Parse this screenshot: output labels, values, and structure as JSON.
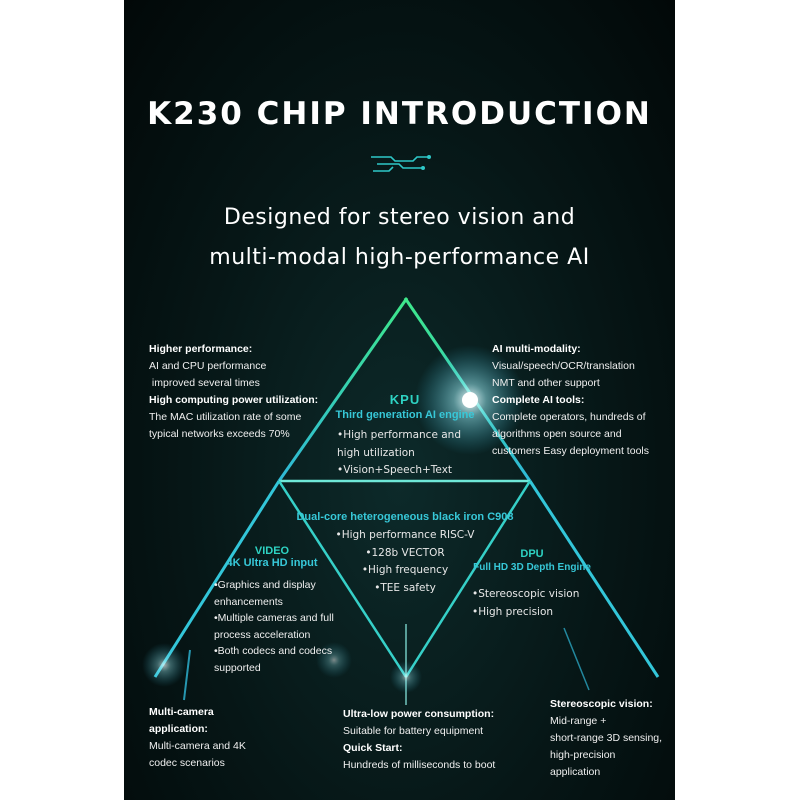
{
  "title": "K230 CHIP INTRODUCTION",
  "subtitle_line1": "Designed for stereo vision and",
  "subtitle_line2": "multi-modal high-performance AI",
  "left_top": {
    "h1": "Higher performance:",
    "l1": "AI and CPU performance",
    "l2": " improved several times",
    "h2": "High computing power utilization:",
    "l3": "The MAC utilization rate of some",
    "l4": "typical networks exceeds 70%"
  },
  "right_top": {
    "h1": "AI multi-modality:",
    "l1": "Visual/speech/OCR/translation",
    "l2": "NMT and other support",
    "h2": "Complete AI tools:",
    "l3": "Complete operators, hundreds of",
    "l4": "algorithms open source and",
    "l5": "customers Easy deployment tools"
  },
  "kpu": {
    "title": "KPU",
    "subtitle": "Third generation AI engine",
    "b1": "•High performance and",
    "b2": "high utilization",
    "b3": "•Vision+Speech+Text"
  },
  "cpu": {
    "title": "Dual-core heterogeneous black iron C908",
    "b1": "•High performance RISC-V",
    "b2": "•128b VECTOR",
    "b3": "•High frequency",
    "b4": "•TEE safety"
  },
  "video": {
    "title": "VIDEO",
    "subtitle": "4K Ultra HD input",
    "b1": "•Graphics and display",
    "b2": "enhancements",
    "b3": "•Multiple cameras and full",
    "b4": "process acceleration",
    "b5": "•Both codecs and codecs",
    "b6": "supported"
  },
  "dpu": {
    "title": "DPU",
    "subtitle": "Full HD 3D Depth Engine",
    "b1": "•Stereoscopic vision",
    "b2": "•High precision"
  },
  "bottom_left": {
    "h1": "Multi-camera",
    "h2": "application:",
    "l1": "Multi-camera and 4K",
    "l2": "codec scenarios"
  },
  "bottom_center": {
    "h1": "Ultra-low power consumption:",
    "l1": "Suitable for battery equipment",
    "h2": "Quick Start:",
    "l2": "Hundreds of milliseconds to boot"
  },
  "bottom_right": {
    "h1": "Stereoscopic vision:",
    "l1": "Mid-range +",
    "l2": "short-range 3D sensing,",
    "l3": "high-precision",
    "l4": "application"
  },
  "colors": {
    "background": "#061616",
    "accent_green": "#2ee6a0",
    "accent_cyan": "#37c8d8"
  }
}
